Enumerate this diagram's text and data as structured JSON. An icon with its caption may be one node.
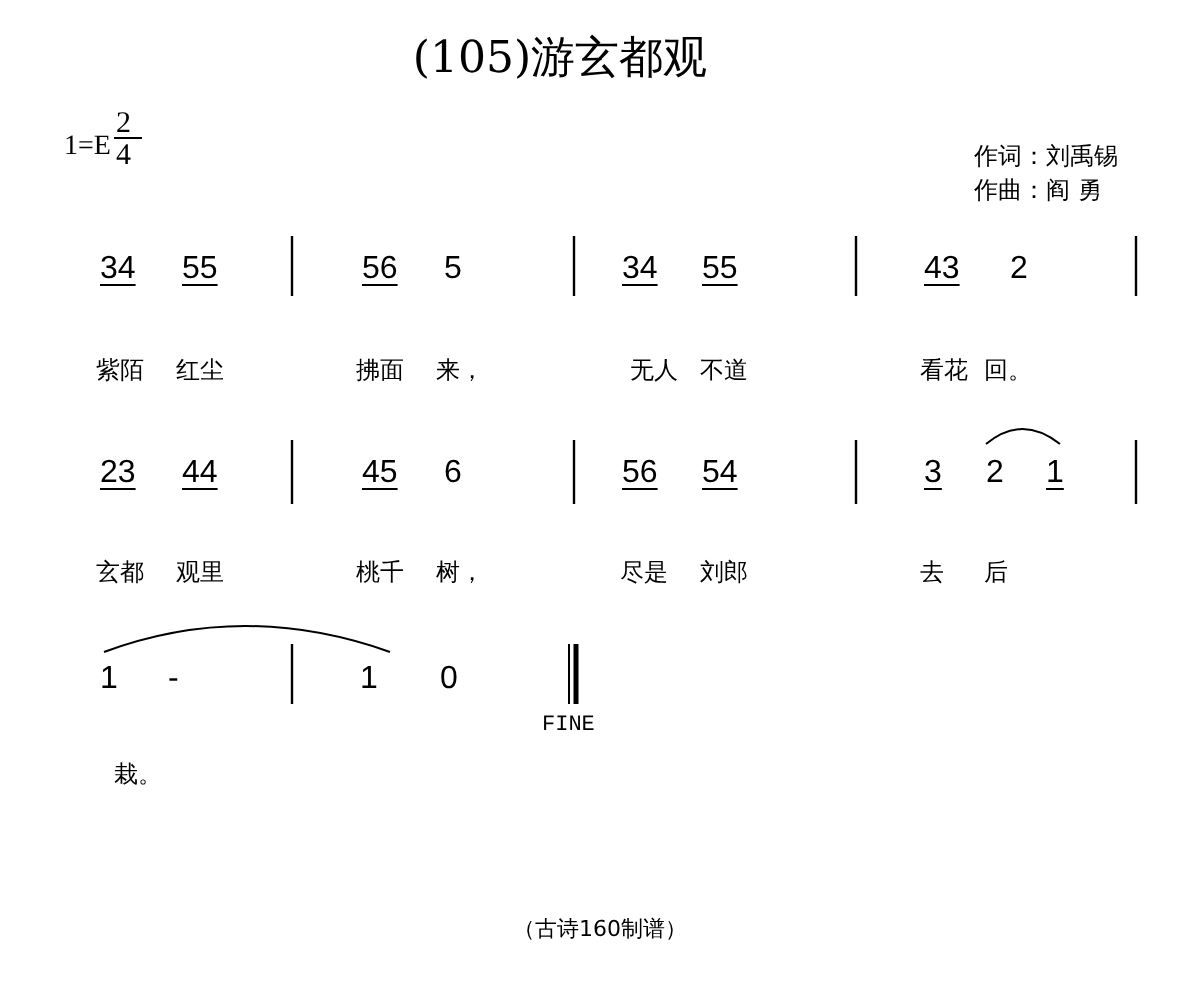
{
  "diagram": {
    "title": "(105)游玄都观",
    "caption": "（古诗160制谱）",
    "labels": [
      "1=E",
      "2",
      "4",
      "作词：刘禹锡",
      "作曲：阎 勇",
      "34",
      "55",
      "56",
      "5",
      "34",
      "55",
      "43",
      "2",
      "紫陌",
      "红尘",
      "拂面",
      "来，",
      "无人",
      "不道",
      "看花",
      "回。",
      "23",
      "44",
      "45",
      "6",
      "56",
      "54",
      "3",
      "2",
      "1",
      "玄都",
      "观里",
      "桃千",
      "树，",
      "尽是",
      "刘郎",
      "去",
      "后",
      "1",
      "-",
      "1",
      "0",
      "FINE",
      "栽。"
    ]
  }
}
